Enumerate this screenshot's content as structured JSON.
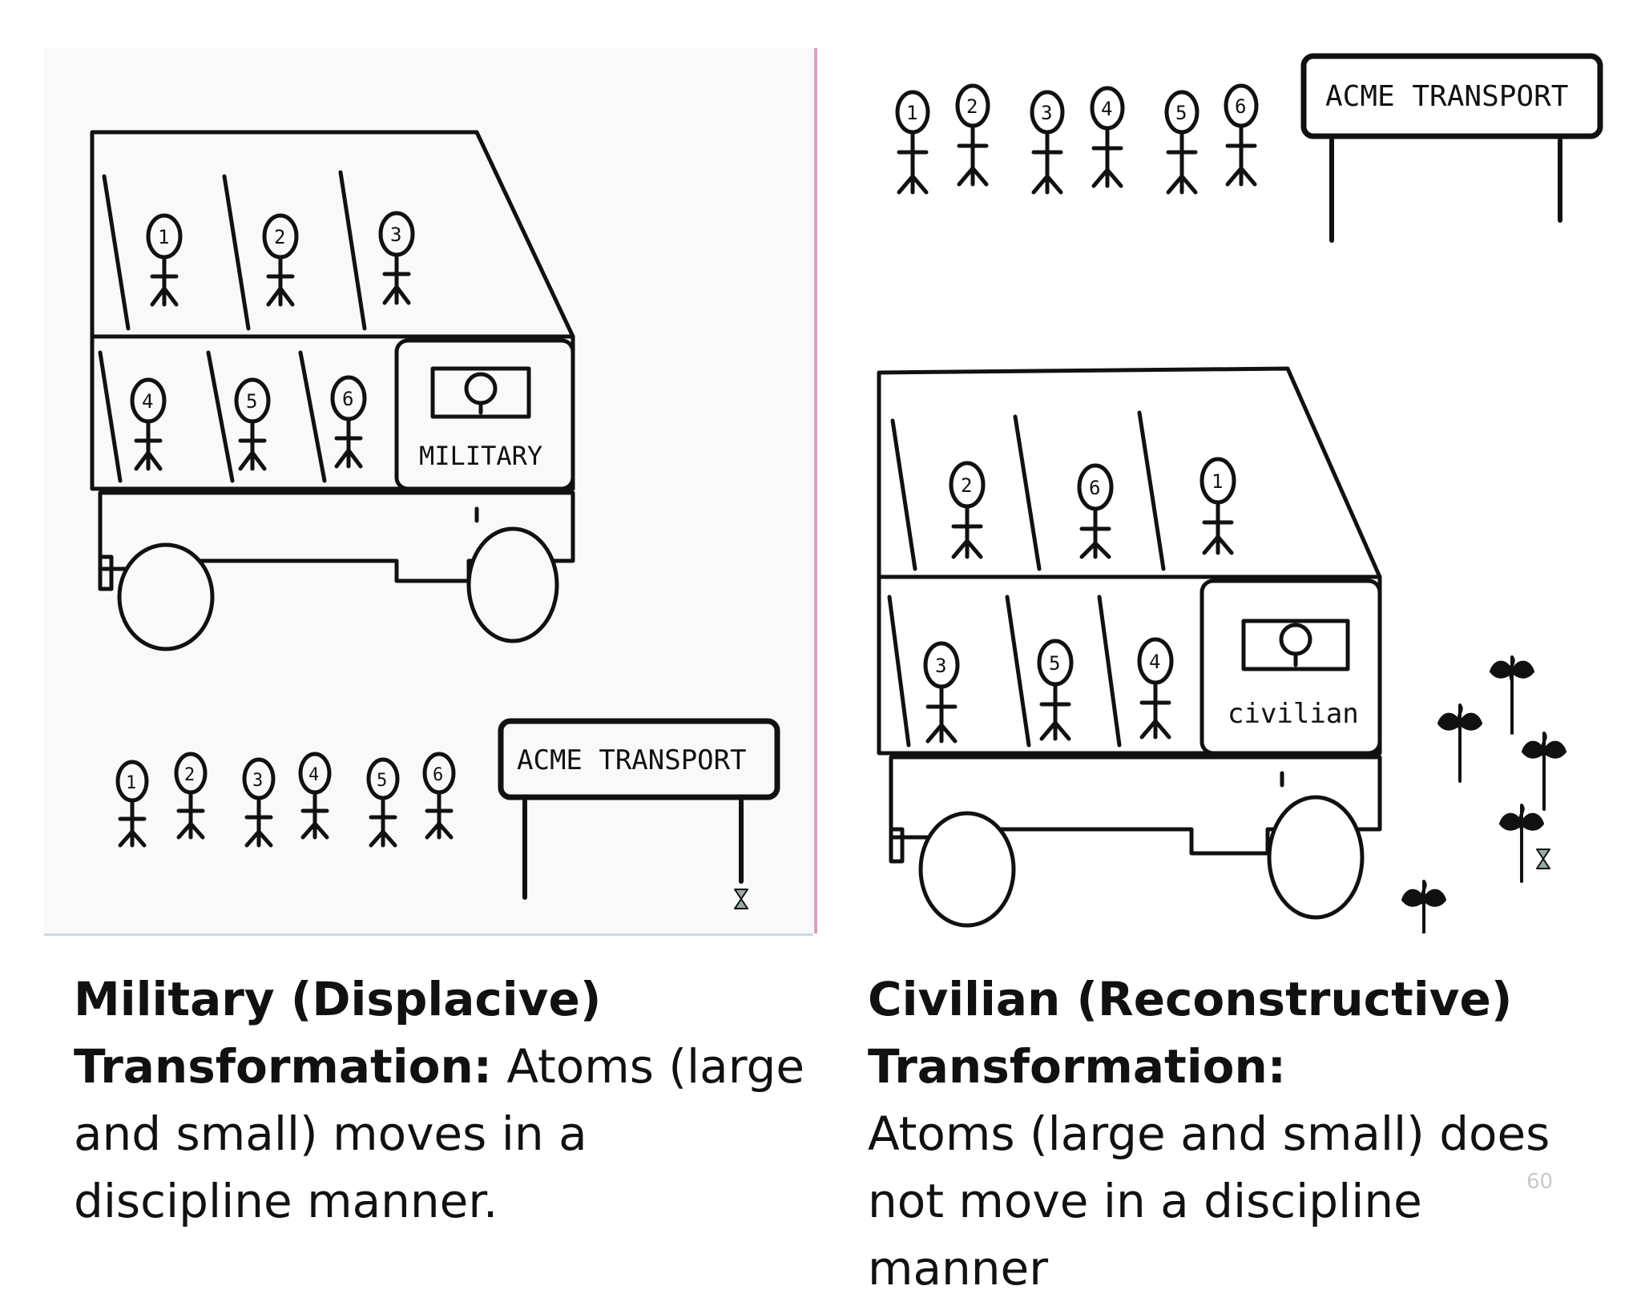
{
  "left_panel": {
    "vehicle_label": "MILITARY",
    "sign_text": "ACME TRANSPORT",
    "seated_atoms": [
      "1",
      "2",
      "3",
      "4",
      "5",
      "6"
    ],
    "waiting_atoms": [
      "1",
      "2",
      "3",
      "4",
      "5",
      "6"
    ]
  },
  "right_panel": {
    "vehicle_label": "civilian",
    "sign_text": "ACME TRANSPORT",
    "seated_atoms": [
      "2",
      "6",
      "1",
      "3",
      "5",
      "4"
    ],
    "waiting_atoms": [
      "1",
      "2",
      "3",
      "4",
      "5",
      "6"
    ]
  },
  "captions": {
    "left_title": "Military (Displacive)",
    "left_label": "Transformation:",
    "left_body": "Atoms (large and small) moves in a discipline manner.",
    "right_title": "Civilian (Reconstructive)",
    "right_label": "Transformation:",
    "right_body": "Atoms (large and small) does not move in a discipline manner"
  },
  "slide_number": "60",
  "colors": {
    "divider": "#d7a2c8",
    "ink": "#111111",
    "panel_bg": "#f9f9f9"
  }
}
